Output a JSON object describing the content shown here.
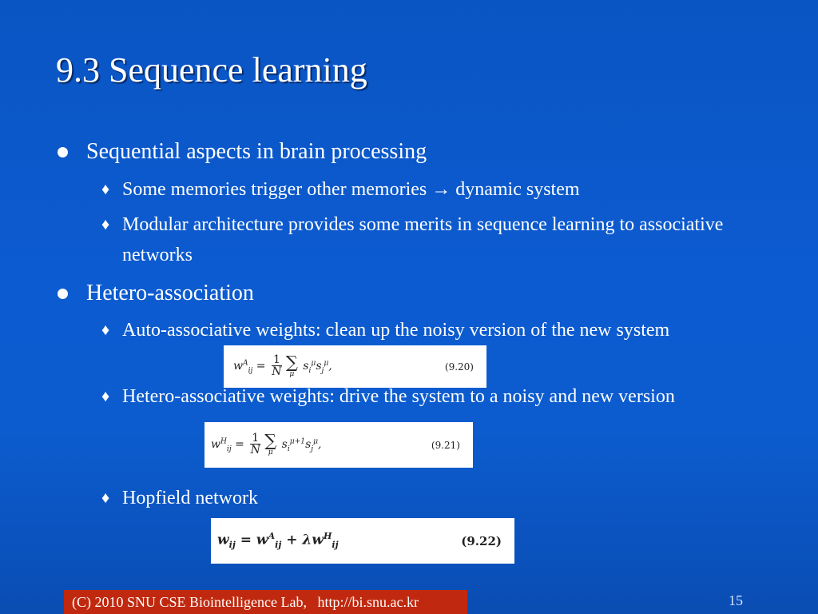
{
  "slide": {
    "title": "9.3 Sequence learning",
    "bullets": [
      {
        "text": "Sequential aspects in brain processing",
        "subs": [
          "Some memories trigger other memories → dynamic system",
          "Modular architecture provides some merits in sequence learning to associative networks"
        ]
      },
      {
        "text": "Hetero-association",
        "subs": [
          "Auto-associative weights: clean up the noisy version of the new system",
          "Hetero-associative weights: drive the system to a noisy and new version",
          "Hopfield network"
        ]
      }
    ],
    "equations": [
      {
        "lhs": "w",
        "sup": "A",
        "sub": "ij",
        "frac_num": "1",
        "frac_den": "N",
        "sum_index": "μ",
        "rhs": "s_i^μ s_j^μ,",
        "number": "(9.20)"
      },
      {
        "lhs": "w",
        "sup": "H",
        "sub": "ij",
        "frac_num": "1",
        "frac_den": "N",
        "sum_index": "μ",
        "rhs": "s_i^{μ+1} s_j^μ,",
        "number": "(9.21)"
      },
      {
        "text": "w_ij = w_ij^A + λw_ij^H",
        "number": "(9.22)"
      }
    ]
  },
  "footer": {
    "text": "(C) 2010 SNU CSE Biointelligence Lab,   http://bi.snu.ac.kr",
    "page_number": "15"
  },
  "colors": {
    "background": "#0c5bd0",
    "footer_background": "#c0290f",
    "text": "#ffffff"
  }
}
